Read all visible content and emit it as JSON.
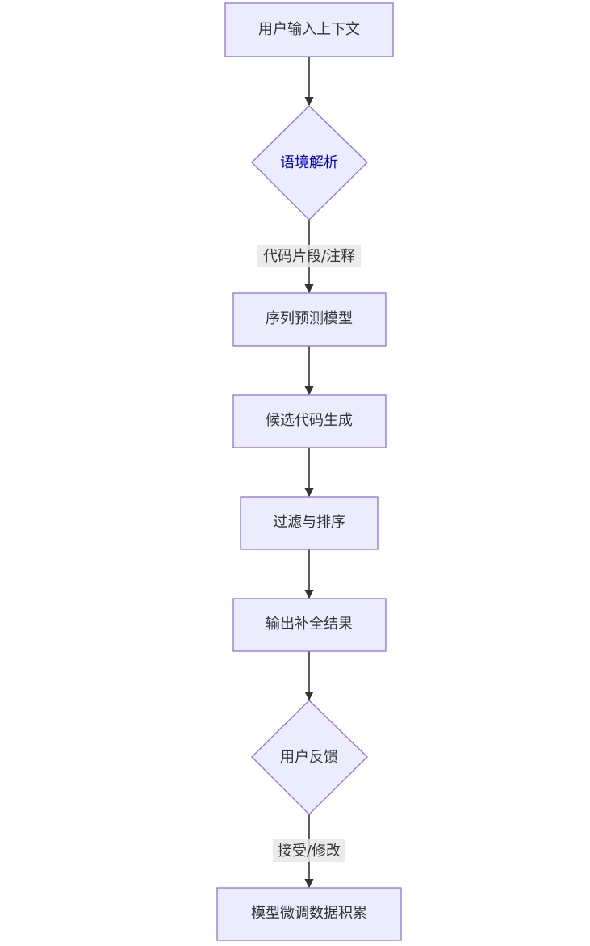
{
  "nodes": {
    "input": "用户输入上下文",
    "parse": "语境解析",
    "predict": "序列预测模型",
    "candidate": "候选代码生成",
    "filter": "过滤与排序",
    "output": "输出补全结果",
    "feedback": "用户反馈",
    "finetune": "模型微调数据积累"
  },
  "edges": {
    "parse_to_predict": "代码片段/注释",
    "feedback_to_finetune": "接受/修改"
  },
  "colors": {
    "node_fill": "#ECECFF",
    "node_stroke": "#9370DB",
    "edge": "#333333",
    "label_bg": "#E8E8E8",
    "highlight_text": "#0000CD"
  }
}
